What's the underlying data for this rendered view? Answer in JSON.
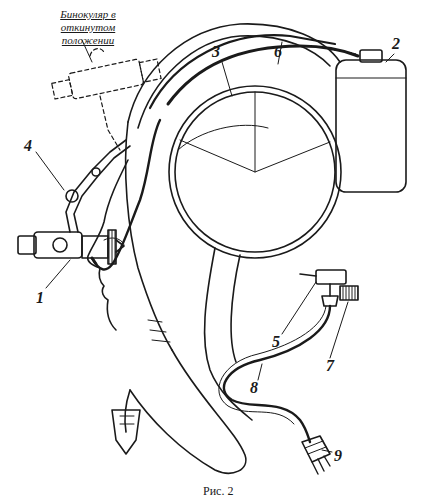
{
  "diagram": {
    "caption": "Рис. 2",
    "labels": [
      "Бинокуляр в откинутом положении",
      "1",
      "2",
      "3",
      "4",
      "5",
      "6",
      "7",
      "8",
      "9"
    ]
  }
}
